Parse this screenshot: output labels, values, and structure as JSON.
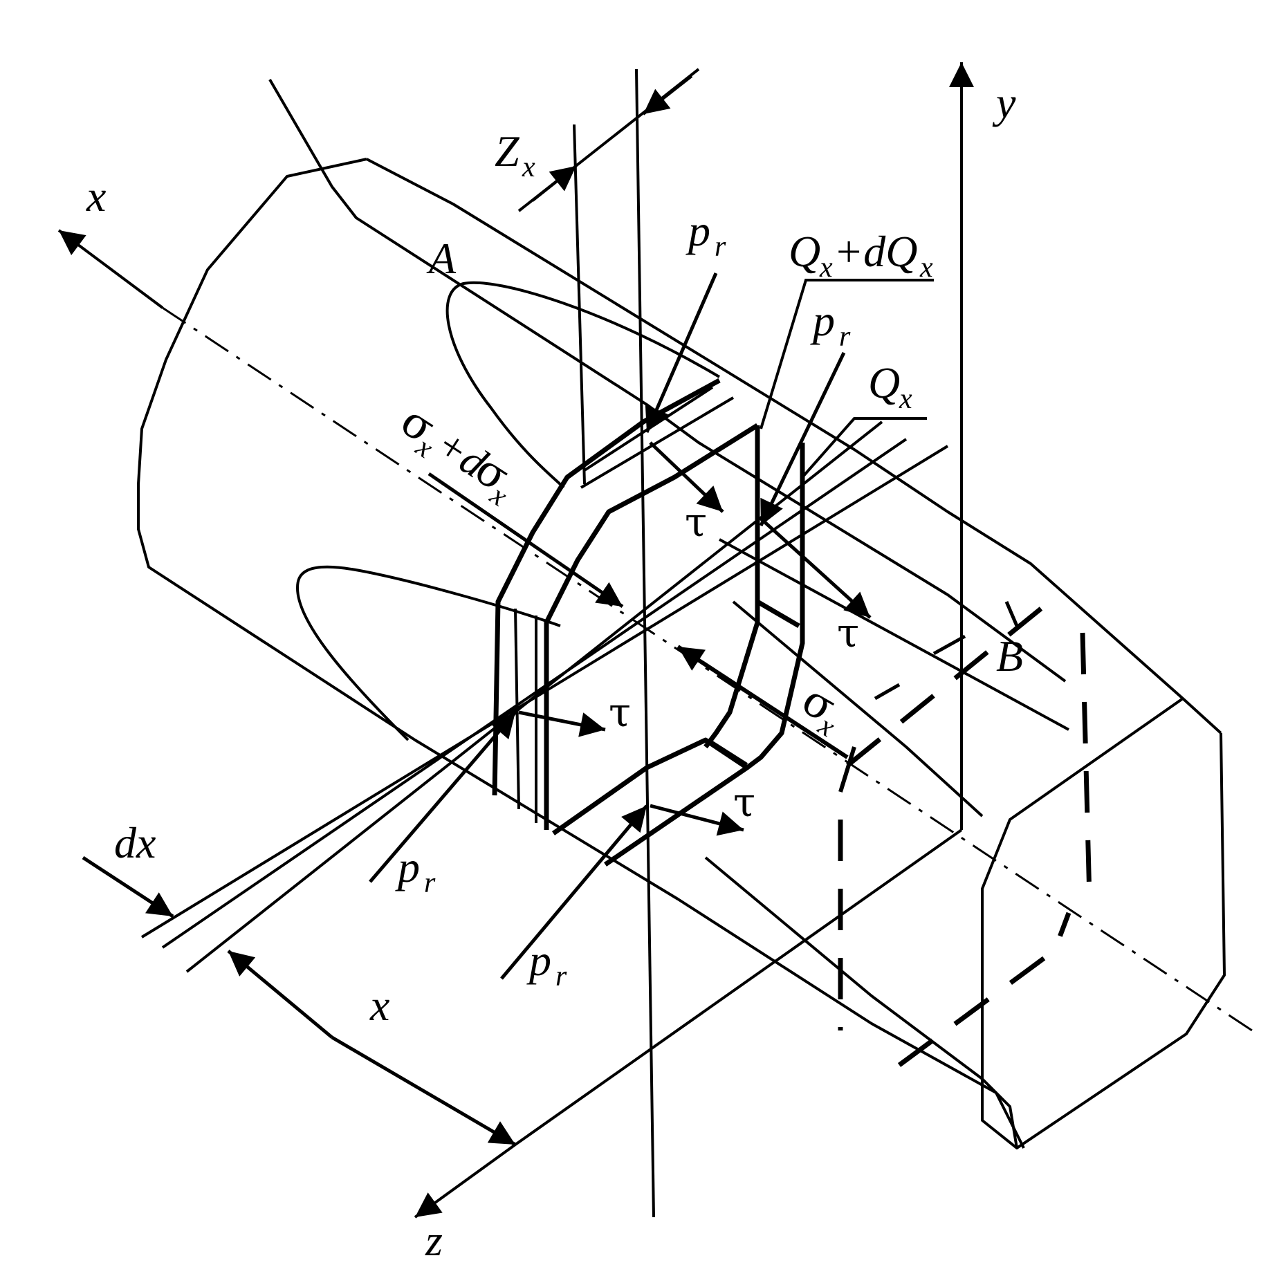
{
  "labels": {
    "axis_y": "y",
    "axis_x": "x",
    "axis_z": "z",
    "point_a": "A",
    "point_b": "B",
    "zx": "Z",
    "zx_sub": "x",
    "pr": "p",
    "pr_sub": "r",
    "qx_dqx_q1": "Q",
    "qx_dqx_s1": "x",
    "qx_dqx_mid": "+dQ",
    "qx_dqx_s2": "x",
    "qx": "Q",
    "qx_sub": "x",
    "sigma_x_dsigma": "σ",
    "sigma_x_dsigma_sub": "x",
    "sigma_x_dsigma_mid": "+d",
    "sigma_x_dsigma_sig2": "σ",
    "sigma_x_dsigma_sub2": "x",
    "sigma_x": "σ",
    "sigma_x_sub": "x",
    "tau": "τ",
    "dx": "dx",
    "x_dim": "x"
  },
  "colors": {
    "ink": "#000000",
    "background": "#ffffff"
  }
}
